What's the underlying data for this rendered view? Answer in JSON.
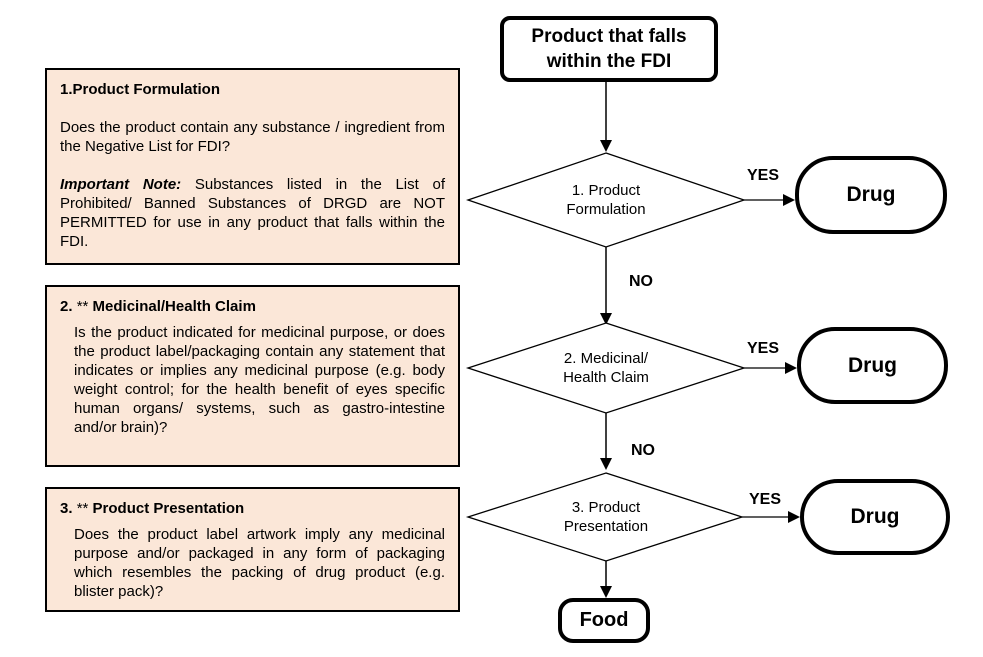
{
  "colors": {
    "note_fill": "#FBE7D8",
    "outline": "#000000",
    "background": "#FFFFFF"
  },
  "flowchart": {
    "start_label": "Product that falls\nwithin the FDI",
    "decisions": [
      {
        "label": "1. Product\nFormulation"
      },
      {
        "label": "2. Medicinal/\nHealth Claim"
      },
      {
        "label": "3. Product\nPresentation"
      }
    ],
    "yes_label": "YES",
    "no_label": "NO",
    "drug_label": "Drug",
    "food_label": "Food"
  },
  "notes": [
    {
      "title_num": "1.",
      "title_text": "Product Formulation",
      "question": "Does the product contain any substance / ingredient from the Negative List for FDI?",
      "note_label": "Important Note:",
      "note_text": " Substances listed in the List of Prohibited/ Banned Substances of DRGD are NOT PERMITTED for use in any product that falls within the FDI."
    },
    {
      "title_num": "2. ",
      "title_stars": "** ",
      "title_text": "Medicinal/Health Claim",
      "question": "Is the product indicated for medicinal purpose, or does the product label/packaging contain any statement that indicates or implies any medicinal purpose (e.g. body weight control; for the health benefit of eyes specific human organs/ systems, such as gastro-intestine and/or brain)?"
    },
    {
      "title_num": "3. ",
      "title_stars": "** ",
      "title_text": "Product Presentation",
      "question": "Does the product label artwork imply any medicinal purpose and/or packaged in any form of packaging which resembles the packing of drug product (e.g. blister pack)?"
    }
  ]
}
